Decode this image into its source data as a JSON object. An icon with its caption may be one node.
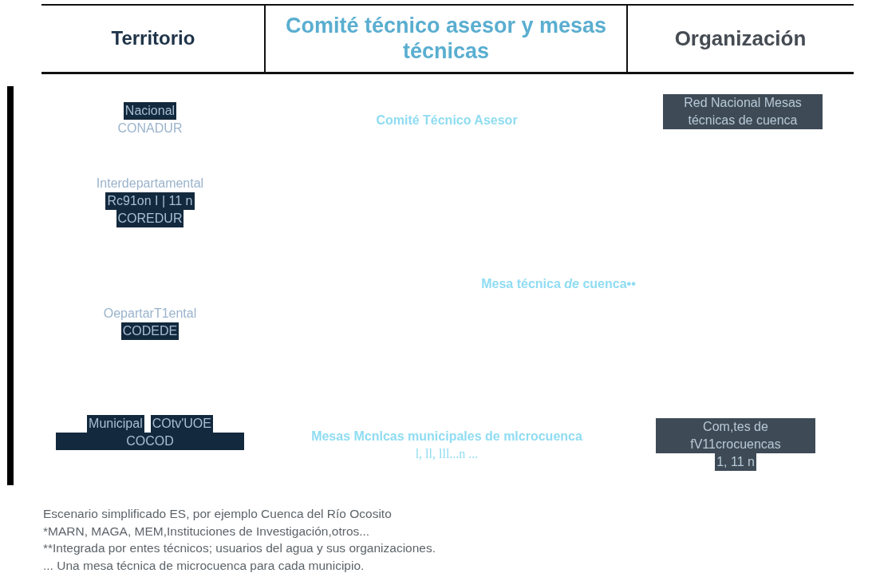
{
  "diagram": {
    "nodes": [
      {
        "text": [
          "Territorio"
        ]
      },
      {
        "text": [
          "Comité técnico asesor y mesas técnicas"
        ]
      },
      {
        "text": [
          "Organización"
        ]
      },
      {
        "text": [
          "Nacional",
          "CONADUR"
        ]
      },
      {
        "text": [
          "Comité Técnico Asesor"
        ]
      },
      {
        "text": [
          "Red Nacional Mesas técnicas de cuenca"
        ]
      },
      {
        "text": [
          "Interdepartamental",
          "Rc91on I | 11 n",
          "COREDUR"
        ]
      },
      {
        "text": [
          "OepartarT1ental",
          "CODEDE"
        ]
      },
      {
        "text": [
          "Mesa técnica *de* cuenca••"
        ]
      },
      {
        "text": [
          "Municipal",
          "COtv'UOE",
          "COCOD"
        ]
      },
      {
        "text": [
          "Mesas Mcnlcas municipales de mlcrocuenca",
          "l, ll, lll...n ..."
        ]
      },
      {
        "text": [
          "Com,tes de fV11crocuencas",
          "1, 11 n"
        ]
      }
    ],
    "labels": [
      "Escenario simplificado ES, por ejemplo Cuenca del Río Ocosito",
      "*MARN, MAGA, MEM,Instituciones de Investigación,otros...",
      "**Integrada por entes técnicos; usuarios del agua y sus organizaciones.",
      "... Una mesa técnica de microcuenca para cada municipio."
    ]
  }
}
